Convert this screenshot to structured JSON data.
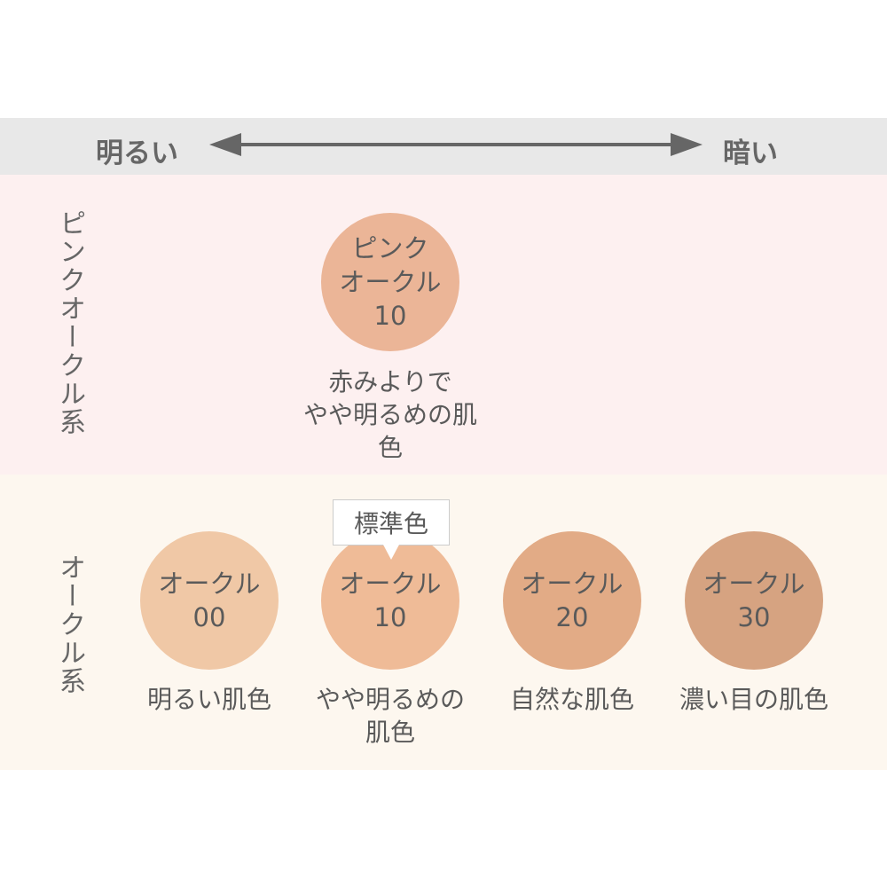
{
  "scale": {
    "light": "明るい",
    "dark": "暗い"
  },
  "pink_group": {
    "label": "ピンクオークル系",
    "shades": [
      {
        "lines": [
          "ピンク",
          "オークル",
          "10"
        ],
        "caption": [
          "赤みよりで",
          "やや明るめの肌色"
        ],
        "color": "#ebb597"
      }
    ]
  },
  "ochre_group": {
    "label": "オークル系",
    "badge": "標準色",
    "shades": [
      {
        "lines": [
          "オークル",
          "00"
        ],
        "caption": [
          "明るい肌色"
        ],
        "color": "#f0c8a6"
      },
      {
        "lines": [
          "オークル",
          "10"
        ],
        "caption": [
          "やや明るめの",
          "肌色"
        ],
        "color": "#efbb97"
      },
      {
        "lines": [
          "オークル",
          "20"
        ],
        "caption": [
          "自然な肌色"
        ],
        "color": "#e2ab86"
      },
      {
        "lines": [
          "オークル",
          "30"
        ],
        "caption": [
          "濃い目の肌色"
        ],
        "color": "#d6a381"
      }
    ]
  },
  "colors": {
    "arrow": "#666666",
    "header_band": "#e8e8e8",
    "pink_band": "#fdf0f0",
    "ochre_band": "#fdf7ef"
  }
}
